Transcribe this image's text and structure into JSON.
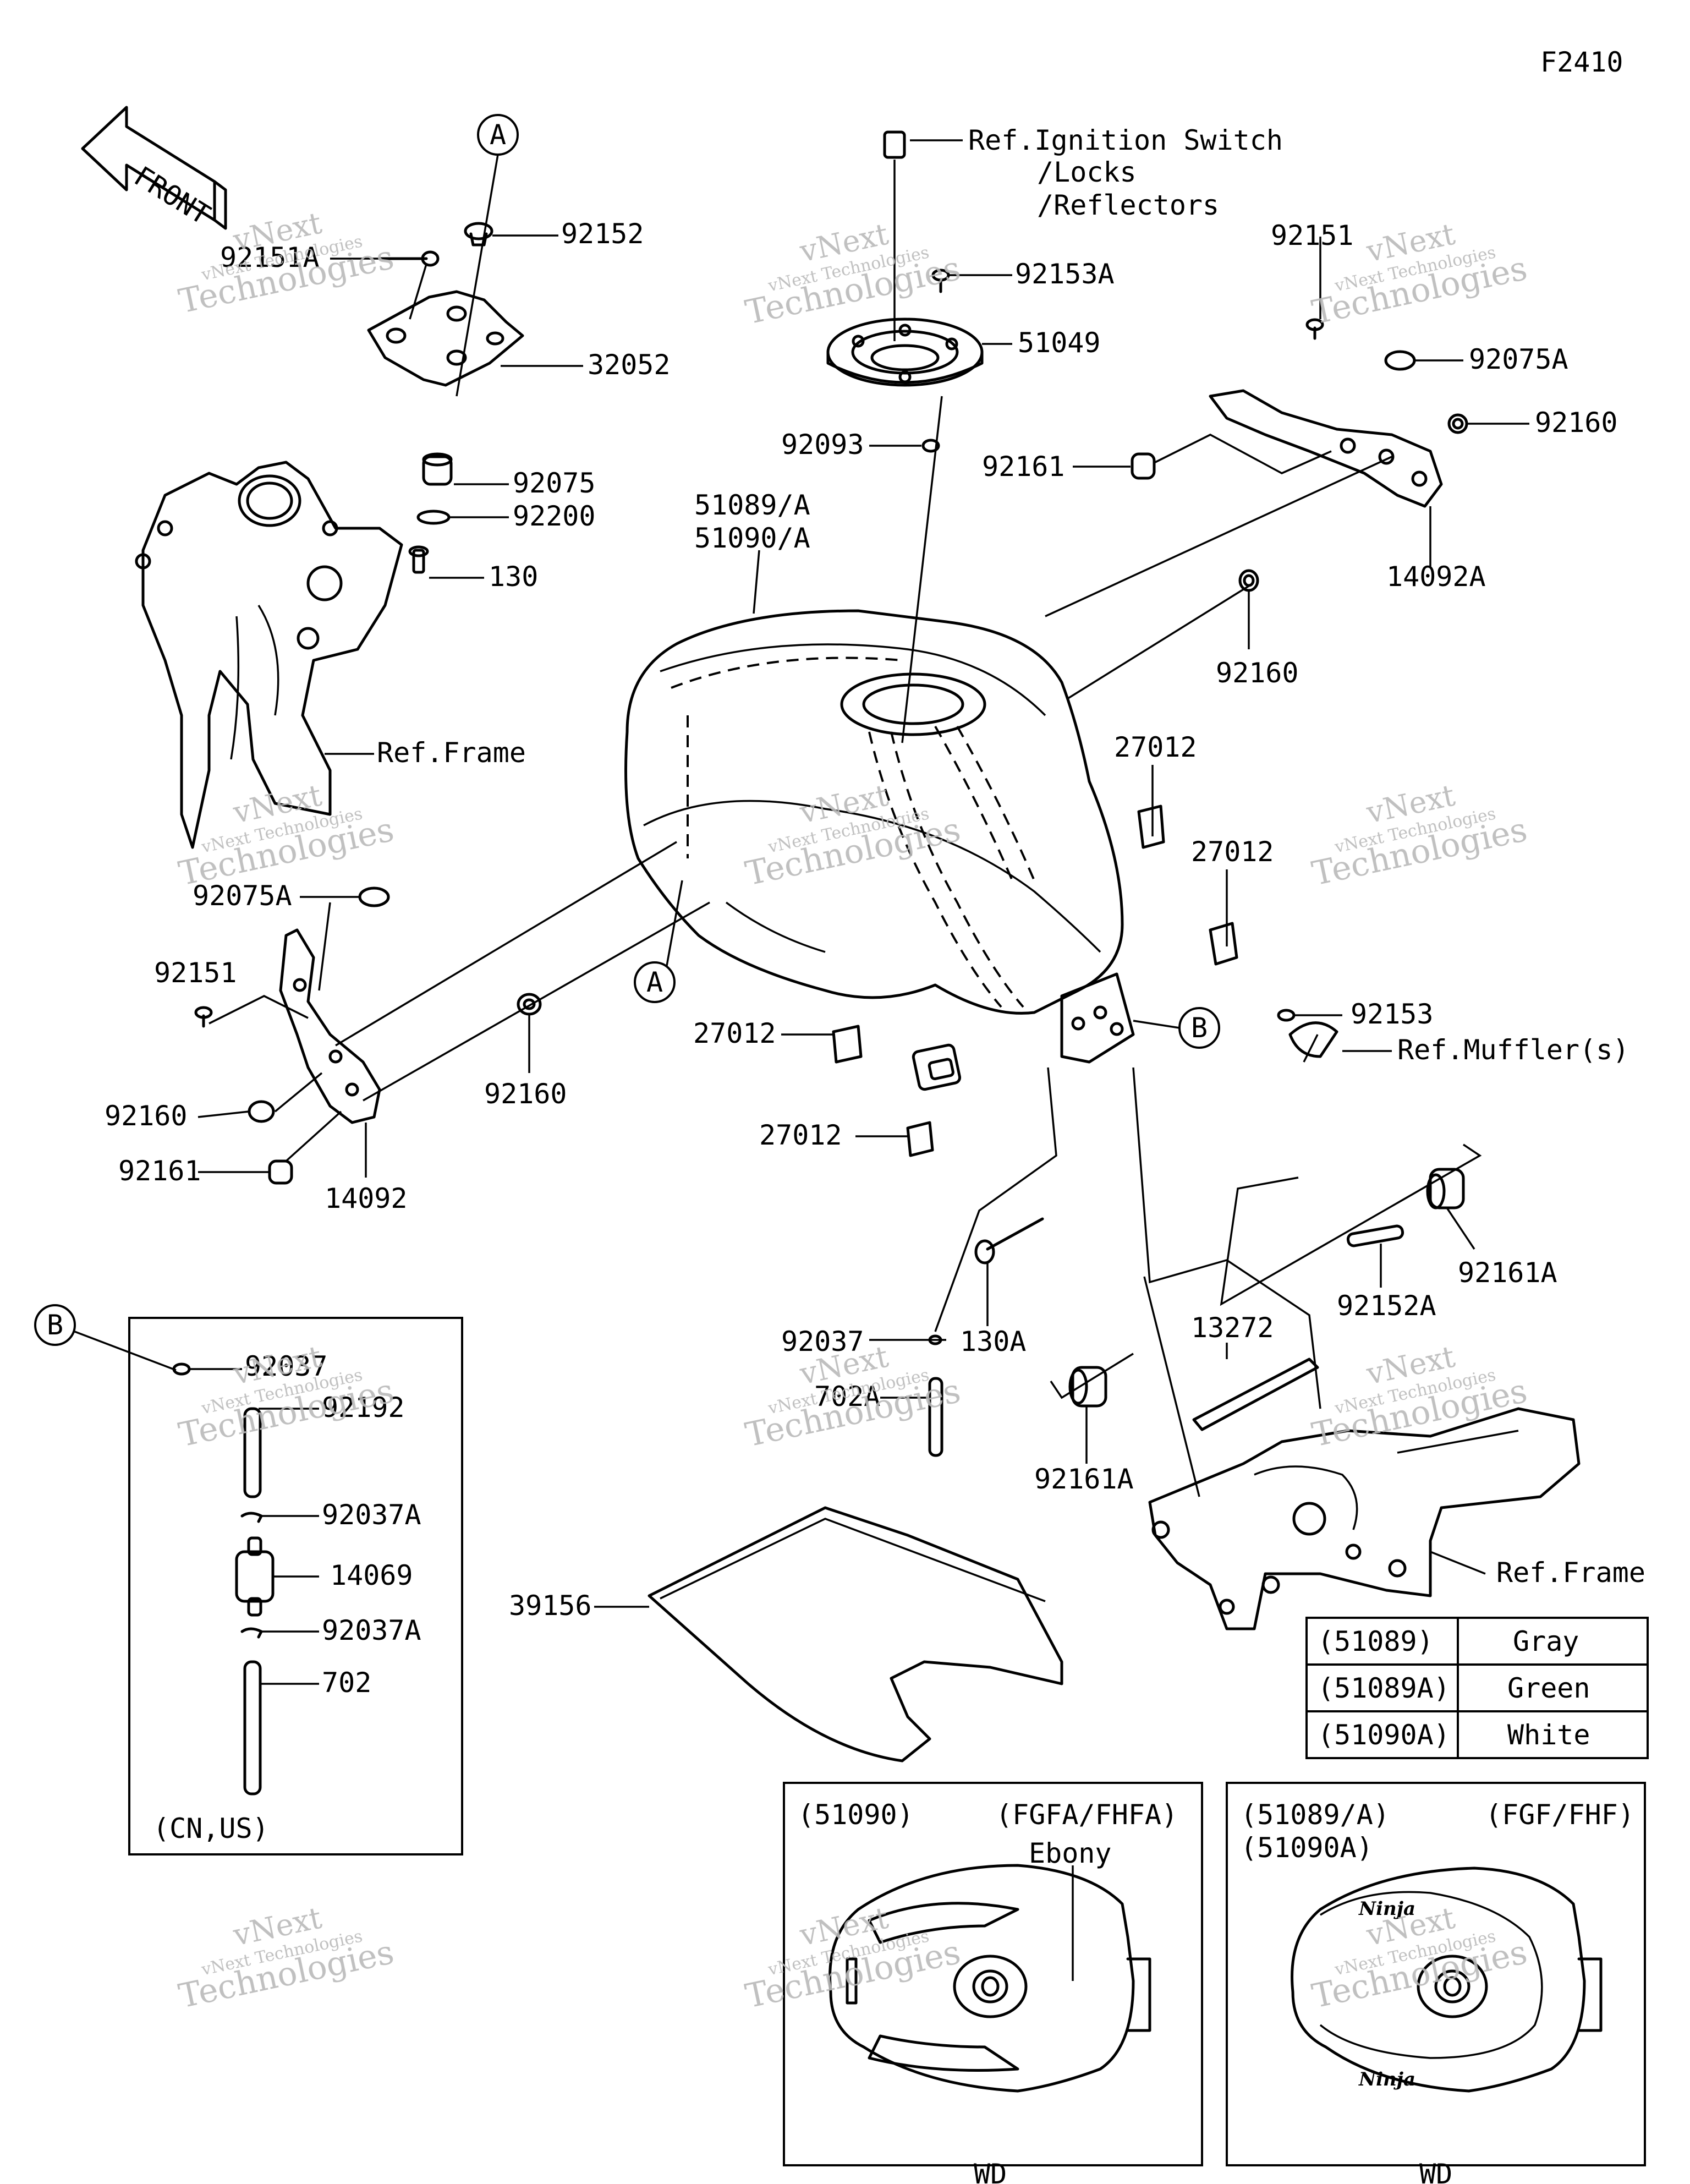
{
  "figure_code": "F2410",
  "front_arrow_label": "FRONT",
  "callouts": {
    "a": "A",
    "b": "B"
  },
  "labels": {
    "ref_ignition": "Ref.Ignition Switch",
    "ref_locks": "/Locks",
    "ref_reflectors": "/Reflectors",
    "p92152": "92152",
    "p92151A": "92151A",
    "p32052": "32052",
    "p92075": "92075",
    "p92200": "92200",
    "p130": "130",
    "ref_frame_1": "Ref.Frame",
    "p92153A": "92153A",
    "p51049": "51049",
    "p92093": "92093",
    "p51089A": "51089/A",
    "p51090A": "51090/A",
    "p92151": "92151",
    "p92075A": "92075A",
    "p92160": "92160",
    "p92161": "92161",
    "p14092A": "14092A",
    "p27012": "27012",
    "p14092": "14092",
    "p92153": "92153",
    "ref_muffler": "Ref.Muffler(s)",
    "p92161A": "92161A",
    "p92152A": "92152A",
    "p92037": "92037",
    "p130A": "130A",
    "p702A": "702A",
    "p13272": "13272",
    "p39156": "39156",
    "ref_frame_2": "Ref.Frame",
    "p92192": "92192",
    "p92037A": "92037A",
    "p14069": "14069",
    "p702": "702",
    "cn_us": "(CN,US)"
  },
  "color_table": [
    {
      "code": "(51089)",
      "color": "Gray"
    },
    {
      "code": "(51089A)",
      "color": "Green"
    },
    {
      "code": "(51090A)",
      "color": "White"
    }
  ],
  "variant_left": {
    "code": "(51090)",
    "model": "(FGFA/FHFA)",
    "color": "Ebony",
    "footer": "WD"
  },
  "variant_right": {
    "code1": "(51089/A)",
    "code2": "(51090A)",
    "model": "(FGF/FHF)",
    "footer": "WD"
  },
  "watermark": {
    "line1": "vNext",
    "line2": "vNext Technologies",
    "line3": "Technologies"
  }
}
